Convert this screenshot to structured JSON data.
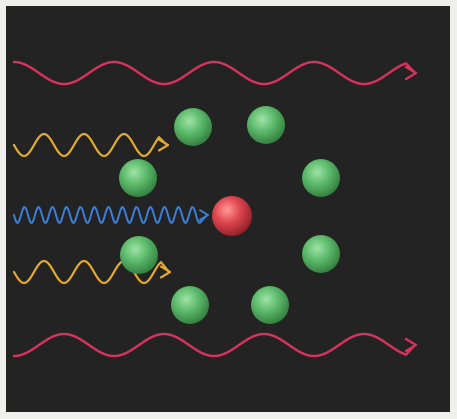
{
  "figure": {
    "background_color": "#232323",
    "frame_color": "#efefed"
  },
  "colors": {
    "red_wave": "#d8335f",
    "yellow_wave": "#e2aa30",
    "blue_wave": "#3b7ed6",
    "green_sphere": "#5dbb6c",
    "red_sphere": "#e0474f"
  },
  "elements": {
    "waves": [
      {
        "name": "top-red-wave",
        "color": "red_wave",
        "direction": "right"
      },
      {
        "name": "upper-yellow-wave",
        "color": "yellow_wave",
        "direction": "right"
      },
      {
        "name": "blue-wave",
        "color": "blue_wave",
        "direction": "right"
      },
      {
        "name": "lower-yellow-wave",
        "color": "yellow_wave",
        "direction": "right"
      },
      {
        "name": "bottom-red-wave",
        "color": "red_wave",
        "direction": "right"
      }
    ],
    "green_sphere_count": 8,
    "center_sphere": "red"
  }
}
